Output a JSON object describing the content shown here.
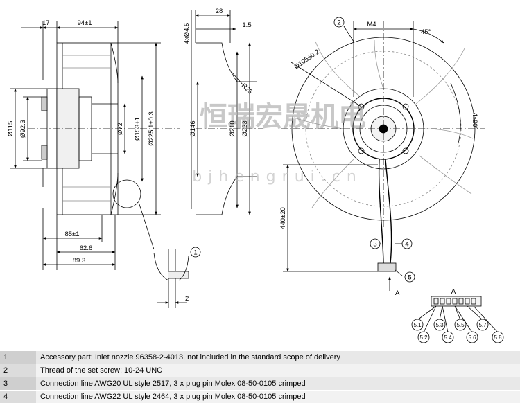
{
  "side_view": {
    "dims": {
      "d17": "17",
      "d94": "94±1",
      "d4x45": "4xØ4.5",
      "d28": "28",
      "d15": "1.5",
      "r25": "R25",
      "d115": "Ø115",
      "d923": "Ø92.3",
      "d72": "Ø72",
      "d153": "Ø153+1",
      "d2251": "Ø225.1±0.3",
      "d146": "Ø146",
      "d210": "Ø210",
      "d223": "Ø223",
      "d85": "85±1",
      "d626": "62.6",
      "d893": "89.3",
      "d2": "2"
    }
  },
  "front_view": {
    "dims": {
      "m4": "M4",
      "a45": "45°",
      "d105": "Ø105±0.2",
      "a4x90": "4x90°",
      "d440": "440±20"
    }
  },
  "connector": {
    "label": "A",
    "arrow_label": "A",
    "pins": [
      "5.1",
      "5.2",
      "5.3",
      "5.4",
      "5.5",
      "5.6",
      "5.7",
      "5.8"
    ]
  },
  "callouts": [
    "1",
    "2",
    "3",
    "4",
    "5"
  ],
  "watermark": {
    "cn": "恒瑞宏晟机电",
    "en": "bjhengrui.cn"
  },
  "legend": [
    {
      "num": "1",
      "text": "Accessory part: Inlet nozzle 96358-2-4013, not included in the standard scope of delivery"
    },
    {
      "num": "2",
      "text": "Thread of the set screw: 10-24 UNC"
    },
    {
      "num": "3",
      "text": "Connection line AWG20 UL style 2517, 3 x plug pin Molex 08-50-0105 crimped"
    },
    {
      "num": "4",
      "text": "Connection line AWG22 UL style 2464, 3 x plug pin Molex 08-50-0105 crimped"
    }
  ]
}
